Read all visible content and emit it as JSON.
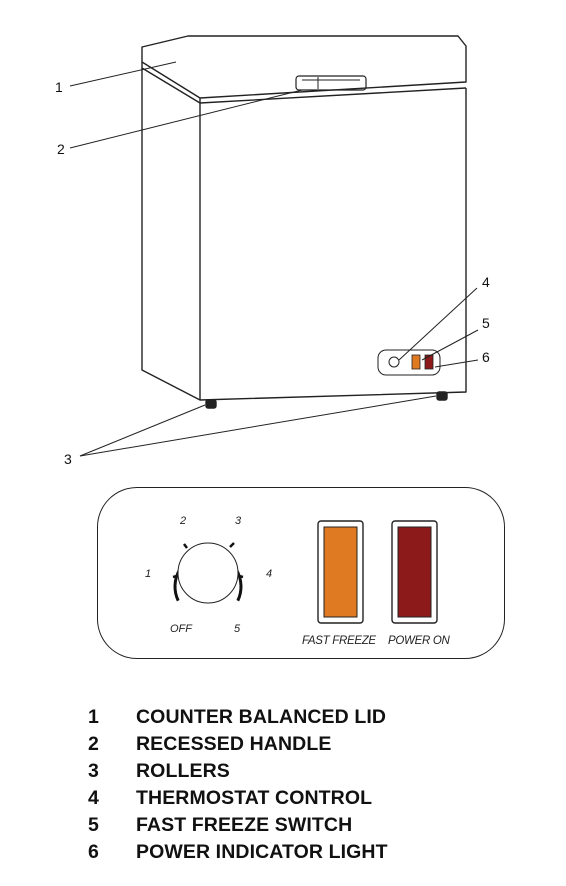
{
  "callouts": [
    "1",
    "2",
    "3",
    "4",
    "5",
    "6"
  ],
  "panel": {
    "dial_labels": {
      "off": "OFF",
      "one": "1",
      "two": "2",
      "three": "3",
      "four": "4",
      "five": "5"
    },
    "fast_freeze_label": "FAST FREEZE",
    "power_on_label": "POWER ON"
  },
  "legend": [
    {
      "num": "1",
      "text": "COUNTER BALANCED LID"
    },
    {
      "num": "2",
      "text": "RECESSED HANDLE"
    },
    {
      "num": "3",
      "text": "ROLLERS"
    },
    {
      "num": "4",
      "text": "THERMOSTAT CONTROL"
    },
    {
      "num": "5",
      "text": "FAST FREEZE SWITCH"
    },
    {
      "num": "6",
      "text": "POWER INDICATOR LIGHT"
    }
  ],
  "colors": {
    "fast_freeze": "#e07a22",
    "power_on": "#8c1a1a"
  }
}
